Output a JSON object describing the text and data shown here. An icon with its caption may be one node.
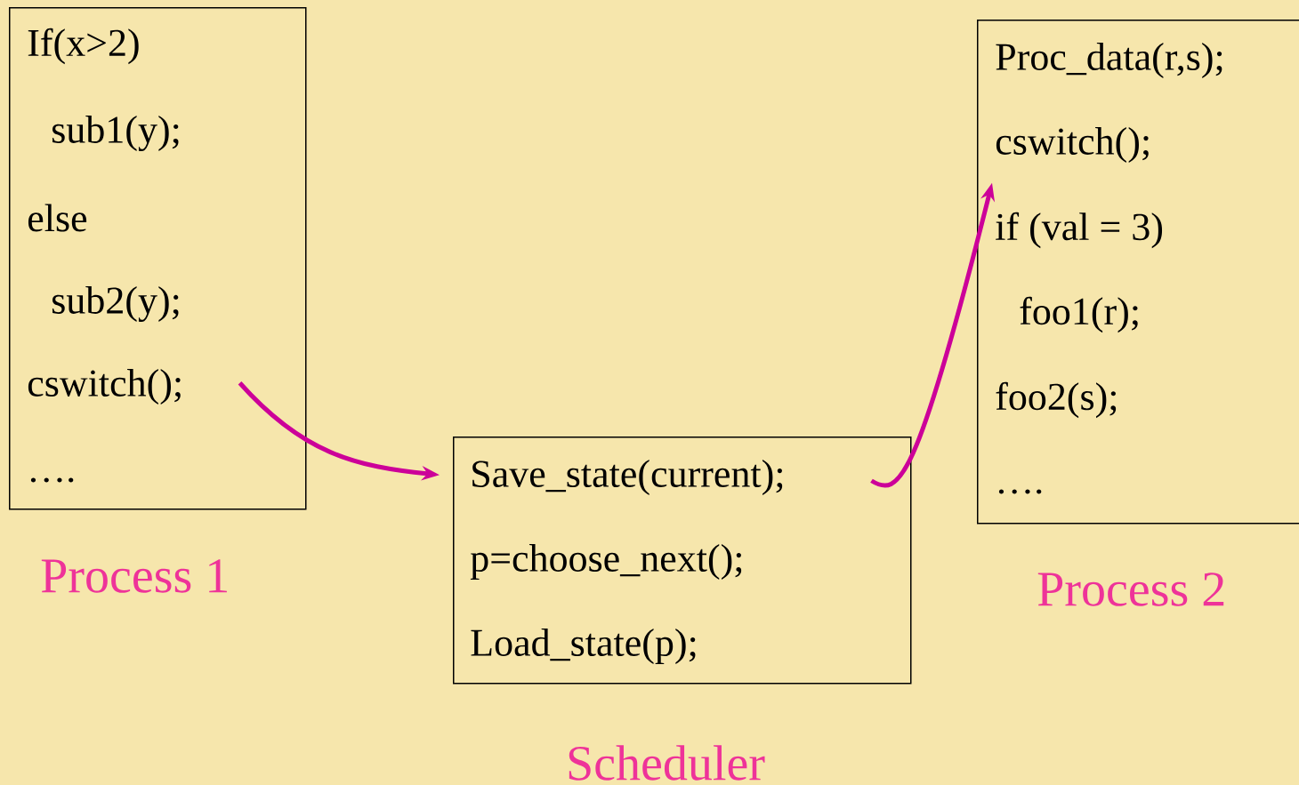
{
  "diagram": {
    "nodes": [
      {
        "text": [
          "If(x>2)",
          "sub1(y);",
          "else",
          "sub2(y);",
          "cswitch();",
          "…."
        ],
        "beside": [
          "Process 1"
        ]
      },
      {
        "text": [
          "Save_state(current);",
          "p=choose_next();",
          "Load_state(p);"
        ],
        "beside": [
          "Scheduler"
        ]
      },
      {
        "text": [
          "Proc_data(r,s);",
          "cswitch();",
          "if (val = 3)",
          "foo1(r);",
          "foo2(s);",
          "…."
        ],
        "beside": [
          "Process 2"
        ]
      }
    ],
    "edges": [
      {
        "from": 0,
        "to": 1,
        "arrow": "to",
        "color": "#cc0099"
      },
      {
        "from": 1,
        "to": 2,
        "arrow": "to",
        "color": "#cc0099"
      }
    ]
  }
}
